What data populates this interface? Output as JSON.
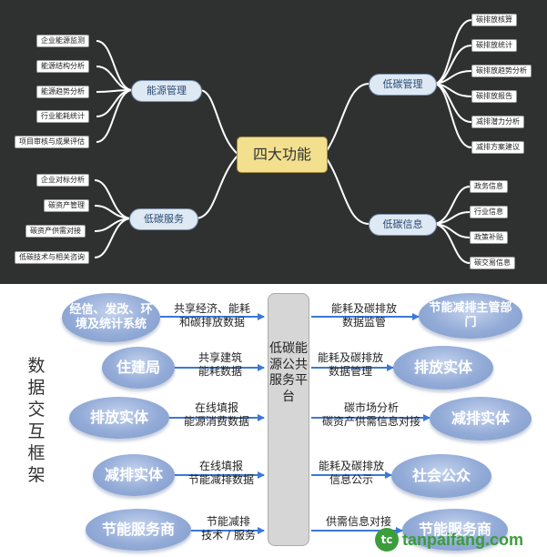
{
  "mindmap": {
    "center": "四大功能",
    "branches": [
      {
        "name": "能源管理",
        "items": [
          "企业能源监测",
          "能源结构分析",
          "能源趋势分析",
          "行业能耗统计",
          "项目审核与成果评估"
        ]
      },
      {
        "name": "低碳服务",
        "items": [
          "企业对标分析",
          "碳资产管理",
          "碳资产供需对接",
          "低碳技术与相关咨询"
        ]
      },
      {
        "name": "低碳管理",
        "items": [
          "碳排放核算",
          "碳排放统计",
          "碳排放趋势分析",
          "碳排放报告",
          "减排潜力分析",
          "减排方案建议"
        ]
      },
      {
        "name": "低碳信息",
        "items": [
          "政务信息",
          "行业信息",
          "政策补贴",
          "碳交易信息"
        ]
      }
    ]
  },
  "framework": {
    "title": "数据交互框架",
    "platform": "低碳能源公共服务平台",
    "left": [
      {
        "name": "经信、发改、环境及统计系统",
        "label": "共享经济、能耗\n和碳排放数据"
      },
      {
        "name": "住建局",
        "label": "共享建筑\n能耗数据"
      },
      {
        "name": "排放实体",
        "label": "在线填报\n能源消费数据"
      },
      {
        "name": "减排实体",
        "label": "在线填报\n节能减排数据"
      },
      {
        "name": "节能服务商",
        "label": "节能减排\n技术 / 服务"
      }
    ],
    "right": [
      {
        "name": "节能减排主管部门",
        "label": "能耗及碳排放\n数据监管"
      },
      {
        "name": "排放实体",
        "label": "能耗及碳排放\n数据管理"
      },
      {
        "name": "减排实体",
        "label": "碳市场分析\n碳资产供需信息对接"
      },
      {
        "name": "社会公众",
        "label": "能耗及碳排放\n信息公示"
      },
      {
        "name": "节能服务商",
        "label": "供需信息对接"
      }
    ]
  },
  "watermark": {
    "logo": "tc",
    "text": "tanpaifang.com"
  },
  "colors": {
    "dark_bg": "#2f3131",
    "curve": "#ffffff",
    "ellipse": "#93abd7",
    "arrow": "#3b78d8",
    "center": "#f3e08f",
    "watermark": "#3c9d3a"
  }
}
